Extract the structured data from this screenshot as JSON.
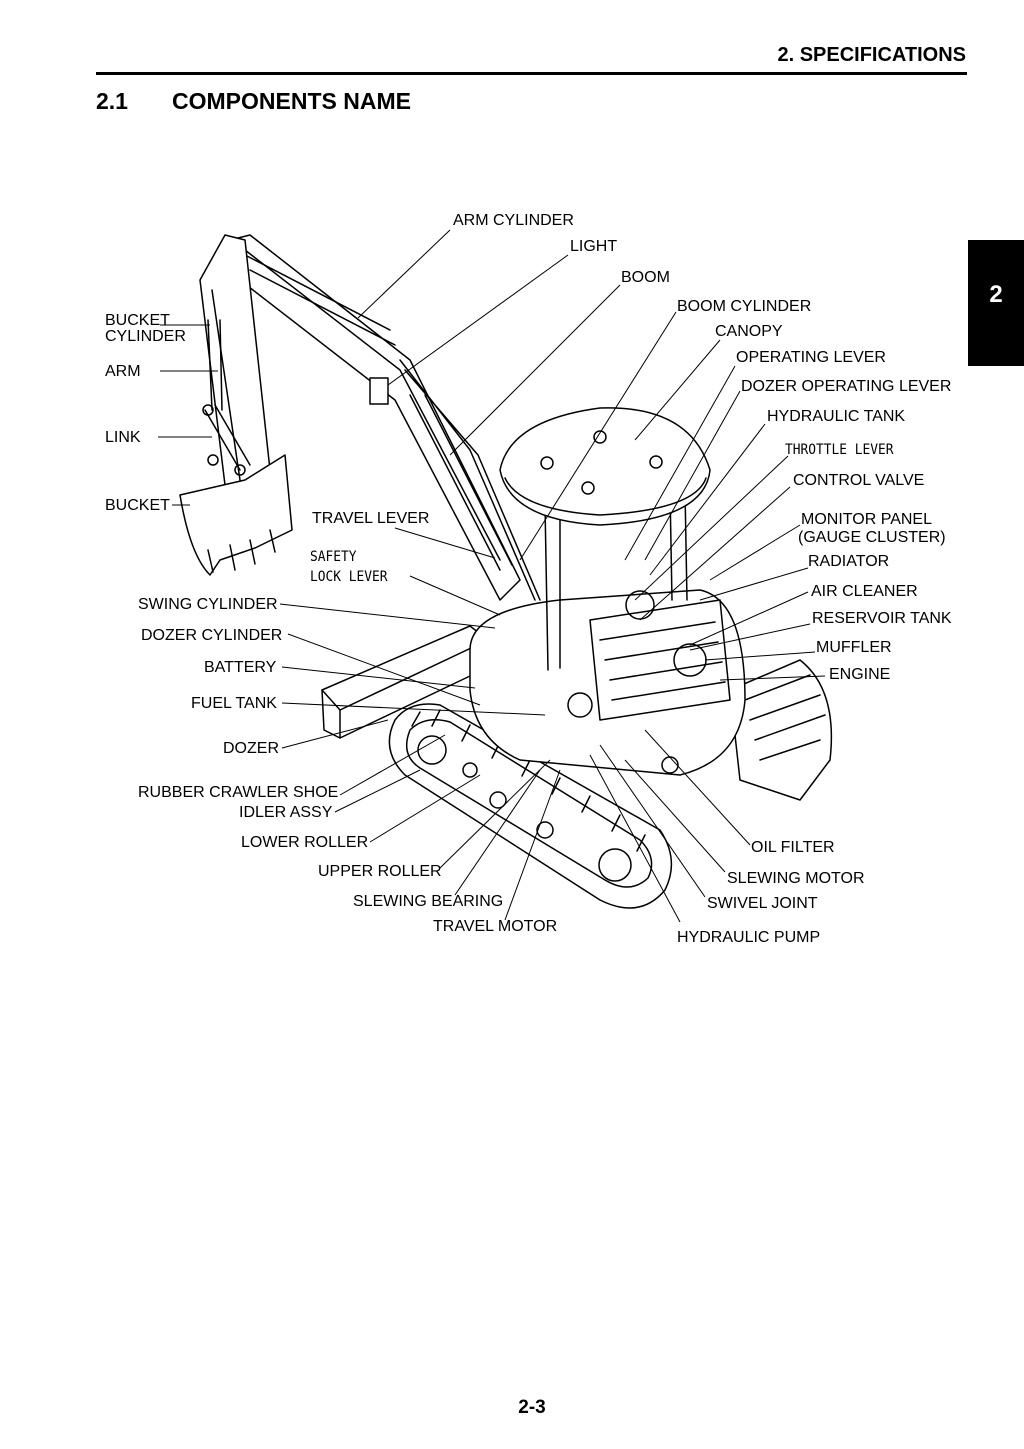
{
  "header": {
    "title": "2.  SPECIFICATIONS"
  },
  "section": {
    "number": "2.1",
    "title": "COMPONENTS NAME"
  },
  "chapter_tab": "2",
  "figure": {
    "labels": {
      "arm_cylinder": "ARM CYLINDER",
      "light": "LIGHT",
      "boom": "BOOM",
      "boom_cylinder": "BOOM CYLINDER",
      "canopy": "CANOPY",
      "operating_lever": "OPERATING LEVER",
      "dozer_operating_lever": "DOZER OPERATING LEVER",
      "hydraulic_tank": "HYDRAULIC TANK",
      "throttle_lever": "THROTTLE LEVER",
      "control_valve": "CONTROL VALVE",
      "monitor_panel_1": "MONITOR PANEL",
      "monitor_panel_2": "(GAUGE CLUSTER)",
      "radiator": "RADIATOR",
      "air_cleaner": "AIR CLEANER",
      "reservoir_tank": "RESERVOIR TANK",
      "muffler": "MUFFLER",
      "engine": "ENGINE",
      "bucket_cylinder_1": "BUCKET",
      "bucket_cylinder_2": "CYLINDER",
      "arm": "ARM",
      "link": "LINK",
      "bucket": "BUCKET",
      "travel_lever": "TRAVEL LEVER",
      "safety_lock_lever_1": "SAFETY",
      "safety_lock_lever_2": "LOCK LEVER",
      "swing_cylinder": "SWING CYLINDER",
      "dozer_cylinder": "DOZER CYLINDER",
      "battery": "BATTERY",
      "fuel_tank": "FUEL TANK",
      "dozer": "DOZER",
      "rubber_crawler_shoe": "RUBBER CRAWLER SHOE",
      "idler_assy": "IDLER ASSY",
      "lower_roller": "LOWER ROLLER",
      "upper_roller": "UPPER ROLLER",
      "slewing_bearing": "SLEWING BEARING",
      "travel_motor": "TRAVEL MOTOR",
      "oil_filter": "OIL FILTER",
      "slewing_motor": "SLEWING MOTOR",
      "swivel_joint": "SWIVEL JOINT",
      "hydraulic_pump": "HYDRAULIC PUMP"
    }
  },
  "footer": {
    "page_number": "2-3"
  }
}
